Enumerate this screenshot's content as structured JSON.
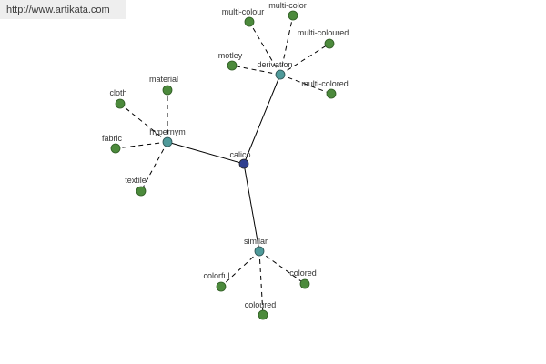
{
  "site_url": "http://www.artikata.com",
  "colors": {
    "center_node": "#2f3f8f",
    "hub_node": "#4f9a9a",
    "leaf_node": "#4c8a3c",
    "edge": "#000000"
  },
  "center": {
    "label": "calico"
  },
  "hubs": [
    {
      "id": "derivation",
      "label": "derivation",
      "leaves": [
        "multi-colour",
        "multi-color",
        "multi-coloured",
        "motley",
        "multi-colored"
      ]
    },
    {
      "id": "hypernym",
      "label": "hypernym",
      "leaves": [
        "material",
        "cloth",
        "fabric",
        "textile"
      ]
    },
    {
      "id": "similar",
      "label": "similar",
      "leaves": [
        "colorful",
        "coloured",
        "colored"
      ]
    }
  ]
}
